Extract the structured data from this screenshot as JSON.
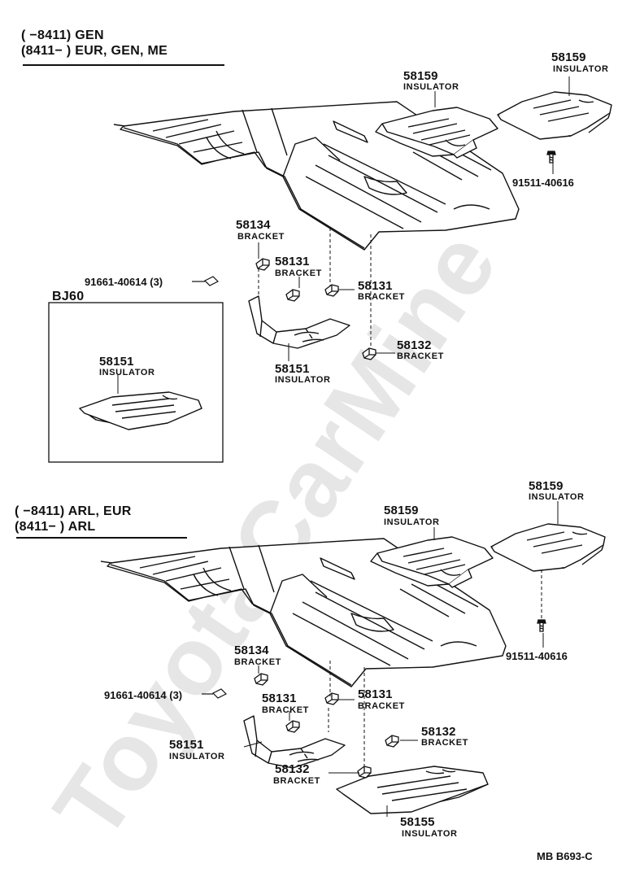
{
  "watermark": "ToyotaCarMine",
  "upper": {
    "header_line1": "(       −8411) GEN",
    "header_line2": "(8411−        ) EUR, GEN, ME",
    "inset_title": "BJ60",
    "inset_part": {
      "no": "58151",
      "name": "INSULATOR"
    },
    "parts": [
      {
        "no": "58159",
        "name": "INSULATOR"
      },
      {
        "no": "58159",
        "name": "INSULATOR"
      },
      {
        "no": "91511-40616"
      },
      {
        "no": "58134",
        "name": "BRACKET"
      },
      {
        "no": "58131",
        "name": "BRACKET"
      },
      {
        "no": "58131",
        "name": "BRACKET"
      },
      {
        "no": "91661-40614 (3)"
      },
      {
        "no": "58132",
        "name": "BRACKET"
      },
      {
        "no": "58151",
        "name": "INSULATOR"
      }
    ]
  },
  "lower": {
    "header_line1": "(       −8411) ARL, EUR",
    "header_line2": "(8411−        ) ARL",
    "parts": [
      {
        "no": "58159",
        "name": "INSULATOR"
      },
      {
        "no": "58159",
        "name": "INSULATOR"
      },
      {
        "no": "91511-40616"
      },
      {
        "no": "58134",
        "name": "BRACKET"
      },
      {
        "no": "91661-40614 (3)"
      },
      {
        "no": "58131",
        "name": "BRACKET"
      },
      {
        "no": "58131",
        "name": "BRACKET"
      },
      {
        "no": "58132",
        "name": "BRACKET"
      },
      {
        "no": "58151",
        "name": "INSULATOR"
      },
      {
        "no": "58132",
        "name": "BRACKET"
      },
      {
        "no": "58155",
        "name": "INSULATOR"
      }
    ]
  },
  "footer_code": "MB  B693-C"
}
